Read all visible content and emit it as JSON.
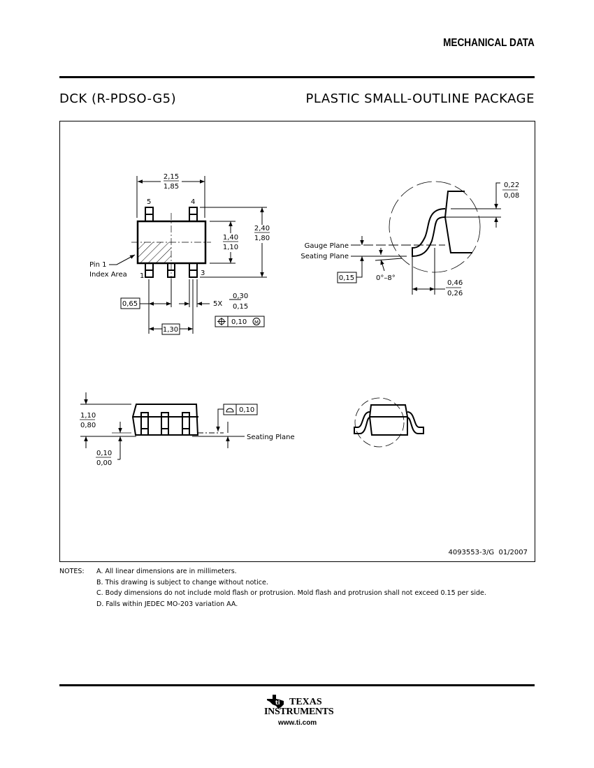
{
  "header": {
    "section": "MECHANICAL DATA",
    "package_code": "DCK (R-PDSO-G5)",
    "package_desc": "PLASTIC SMALL-OUTLINE PACKAGE"
  },
  "top_view": {
    "width_max": "2,15",
    "width_min": "1,85",
    "overall_max": "2,40",
    "overall_min": "1,80",
    "body_max": "1,40",
    "body_min": "1,10",
    "pins": [
      "1",
      "3",
      "4",
      "5"
    ],
    "pin1_label_1": "Pin 1",
    "pin1_label_2": "Index Area",
    "pitch": "0,65",
    "span": "1,30",
    "lead_count": "5X",
    "lead_w_max": "0,30",
    "lead_w_min": "0,15",
    "position_tol": "0,10",
    "mmc": "M"
  },
  "detail_view": {
    "lead_t_max": "0,22",
    "lead_t_min": "0,08",
    "gauge_plane": "Gauge Plane",
    "seating_plane": "Seating Plane",
    "gauge_height": "0,15",
    "angle": "0°–8°",
    "foot_max": "0,46",
    "foot_min": "0,26"
  },
  "side_view": {
    "height_max": "1,10",
    "height_min": "0,80",
    "standoff_max": "0,10",
    "standoff_min": "0,00",
    "flatness": "0,10",
    "seating_plane": "Seating Plane"
  },
  "drawing_number": "4093553-3/G  01/2007",
  "notes": {
    "label": "NOTES:",
    "items": [
      "A.   All linear dimensions are in millimeters.",
      "B.   This drawing is subject to change without notice.",
      "C.   Body dimensions do not include mold flash or protrusion. Mold flash and protrusion shall not exceed 0.15 per side.",
      "D.   Falls within JEDEC MO-203 variation AA."
    ]
  },
  "footer": {
    "logo_line1": "TEXAS",
    "logo_line2": "INSTRUMENTS",
    "url": "www.ti.com"
  }
}
